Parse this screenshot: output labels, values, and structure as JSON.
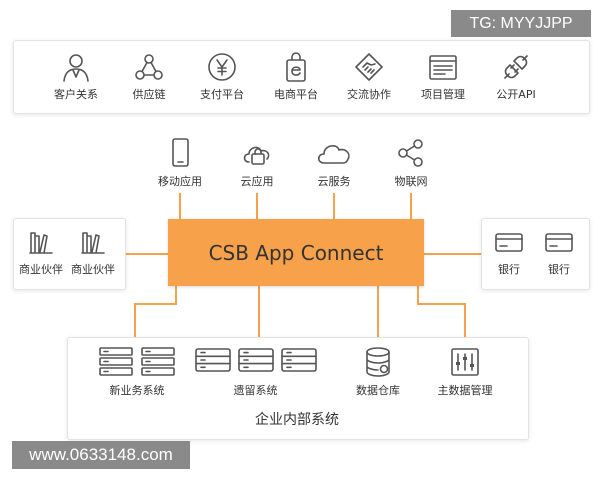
{
  "top_bar": {
    "items": [
      {
        "label": "客户关系",
        "icon": "user-icon"
      },
      {
        "label": "供应链",
        "icon": "network-triangle-icon"
      },
      {
        "label": "支付平台",
        "icon": "yuan-coin-icon"
      },
      {
        "label": "电商平台",
        "icon": "ecommerce-bag-icon"
      },
      {
        "label": "交流协作",
        "icon": "handshake-icon"
      },
      {
        "label": "项目管理",
        "icon": "browser-window-icon"
      },
      {
        "label": "公开API",
        "icon": "plug-icon"
      }
    ]
  },
  "cloud_row": {
    "items": [
      {
        "label": "移动应用",
        "icon": "mobile-phone-icon"
      },
      {
        "label": "云应用",
        "icon": "cloud-bag-icon"
      },
      {
        "label": "云服务",
        "icon": "cloud-icon"
      },
      {
        "label": "物联网",
        "icon": "share-nodes-icon"
      }
    ]
  },
  "partners": {
    "items": [
      {
        "label": "商业伙伴",
        "icon": "books-icon"
      },
      {
        "label": "商业伙伴",
        "icon": "books-icon"
      }
    ]
  },
  "banks": {
    "items": [
      {
        "label": "银行",
        "icon": "bank-card-icon"
      },
      {
        "label": "银行",
        "icon": "bank-card-icon"
      }
    ]
  },
  "core": {
    "title": "CSB App Connect",
    "color": "#f7a14a"
  },
  "internal": {
    "title": "企业内部系统",
    "items": [
      {
        "label": "新业务系统",
        "icon": "server-rack-icon"
      },
      {
        "label": "遗留系统",
        "icon": "server-rack-icon"
      },
      {
        "label": "数据仓库",
        "icon": "database-icon"
      },
      {
        "label": "主数据管理",
        "icon": "equalizer-icon"
      }
    ]
  },
  "watermarks": {
    "tg": "TG: MYYJJPP",
    "url": "www.0633148.com"
  }
}
